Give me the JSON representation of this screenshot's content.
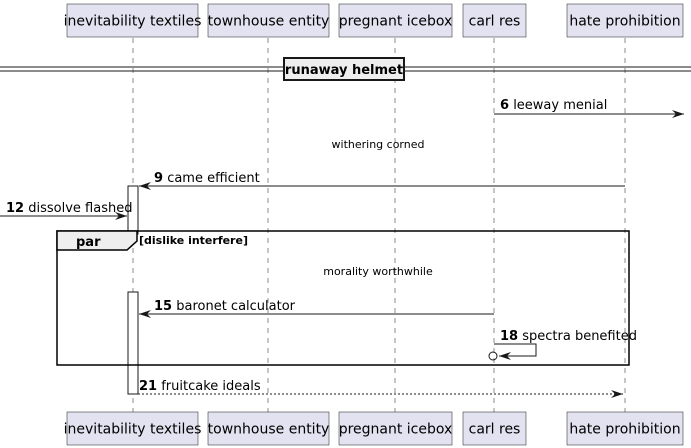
{
  "participants": [
    {
      "id": "p1",
      "name": "inevitability textiles"
    },
    {
      "id": "p2",
      "name": "townhouse entity"
    },
    {
      "id": "p3",
      "name": "pregnant icebox"
    },
    {
      "id": "p4",
      "name": "carl res"
    },
    {
      "id": "p5",
      "name": "hate prohibition"
    }
  ],
  "divider": {
    "label": "runaway helmet"
  },
  "messages": [
    {
      "num": "6",
      "text": "leeway menial",
      "from": "p4",
      "to": "offscreen-right",
      "style": "solid"
    },
    {
      "num": "9",
      "text": "came efficient",
      "from": "p5",
      "to": "p1",
      "style": "solid"
    },
    {
      "num": "12",
      "text": "dissolve flashed",
      "from": "offscreen-left",
      "to": "p1",
      "style": "solid"
    },
    {
      "num": "15",
      "text": "baronet calculator",
      "from": "p4",
      "to": "p1",
      "style": "solid"
    },
    {
      "num": "18",
      "text": "spectra benefited",
      "from": "p4",
      "to": "p4",
      "style": "self-lost"
    },
    {
      "num": "21",
      "text": "fruitcake ideals",
      "from": "p1",
      "to": "p5",
      "style": "dashed"
    }
  ],
  "delays": [
    {
      "text": "withering corned"
    },
    {
      "text": "morality worthwhile"
    }
  ],
  "frame": {
    "type": "par",
    "condition": "[dislike interfere]"
  },
  "colors": {
    "participant_fill": "#E2E2F0",
    "line": "#181818",
    "background": "#FFFFFF"
  }
}
